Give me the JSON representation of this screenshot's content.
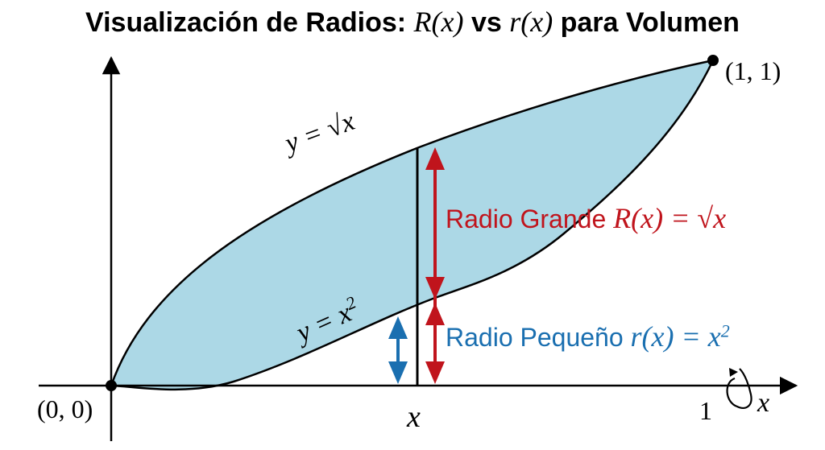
{
  "title": {
    "part1": "Visualización de Radios: ",
    "R": "R(x)",
    "vs": " vs ",
    "r": "r(x)",
    "part2": " para Volumen"
  },
  "curves": {
    "upper_label": "y = √x",
    "lower_label_base": "y = x",
    "lower_label_exp": "2"
  },
  "points": {
    "origin": "(0, 0)",
    "end": "(1, 1)"
  },
  "axis": {
    "x_name": "x",
    "tick_one": "1",
    "slice_x": "x"
  },
  "radius_large": {
    "text": "Radio Grande ",
    "math": "R(x) = √x",
    "color": "#c0141c"
  },
  "radius_small": {
    "text": "Radio Pequeño ",
    "math_base": "r(x) = x",
    "math_exp": "2",
    "color": "#1a6fb0"
  },
  "colors": {
    "region_fill": "#acd8e6",
    "curve": "#000000"
  }
}
